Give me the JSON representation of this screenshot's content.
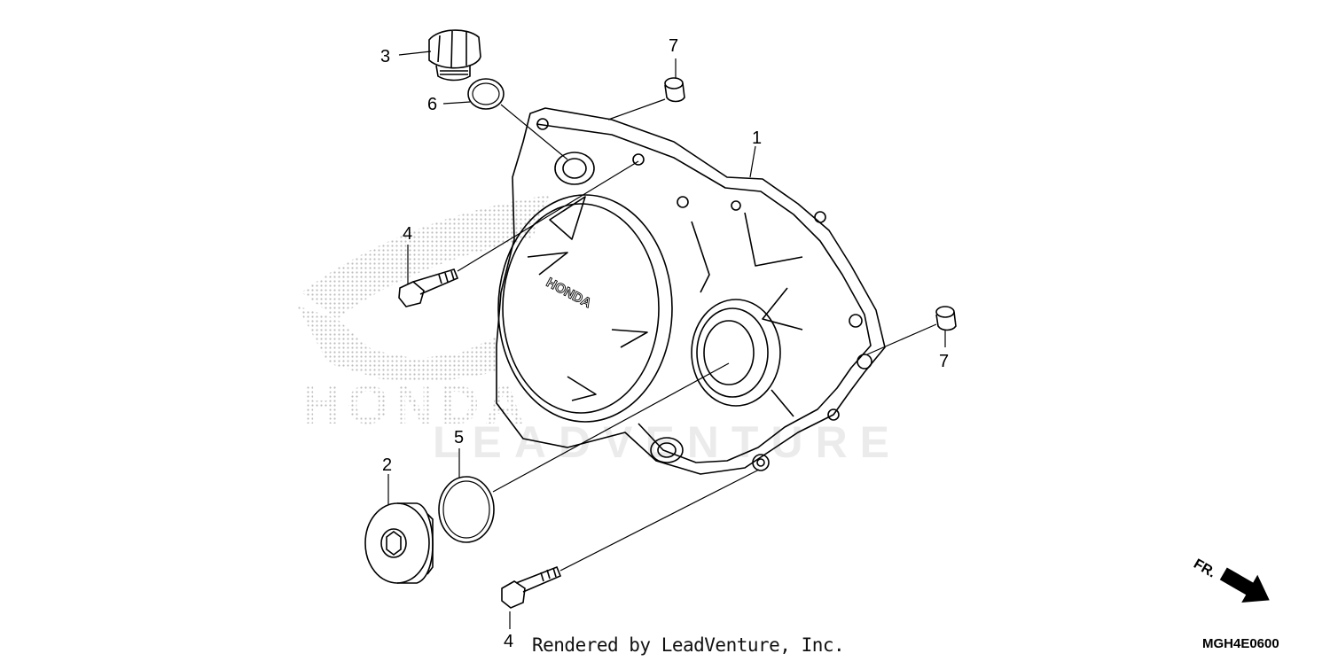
{
  "diagram": {
    "callouts": {
      "c1": "1",
      "c2": "2",
      "c3": "3",
      "c4a": "4",
      "c4b": "4",
      "c5": "5",
      "c6": "6",
      "c7a": "7",
      "c7b": "7"
    },
    "cover_logo_text": "HONDA",
    "watermark_brand": "HONDA",
    "watermark_text": "LEADVENTURE",
    "front_indicator": "FR.",
    "diagram_code": "MGH4E0600",
    "credit": "Rendered by LeadVenture, Inc."
  },
  "colors": {
    "line": "#000000",
    "watermark": "#c8c8c8",
    "background": "#ffffff"
  }
}
